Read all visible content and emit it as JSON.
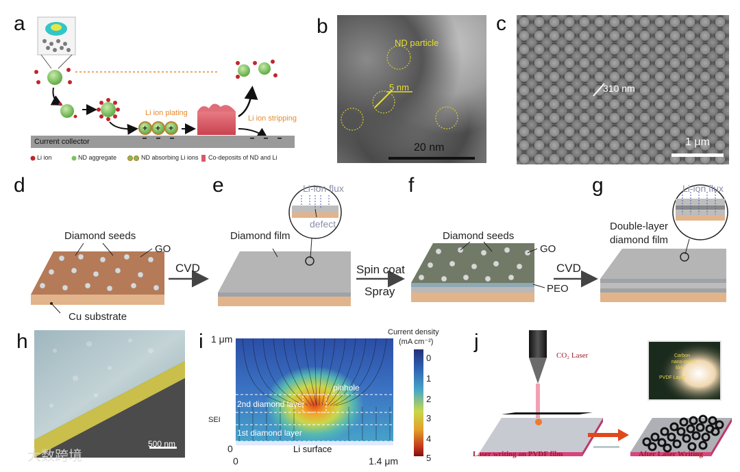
{
  "panels": {
    "a": {
      "letter": "a",
      "li_plating": "Li ion plating",
      "li_stripping": "Li ion stripping",
      "current_collector": "Current collector",
      "legend": [
        "Li ion",
        "ND aggregate",
        "ND absorbing Li ions",
        "Co-deposits of ND and Li"
      ],
      "colors": {
        "li": "#c0262c",
        "nd": "#7cc15d",
        "collector": "#9a9a9a",
        "codeposit": "#d95b66",
        "arrow": "#e68a2e"
      }
    },
    "b": {
      "letter": "b",
      "nd_particle": "ND particle",
      "scale_5": "5 nm",
      "scale_20": "20 nm"
    },
    "c": {
      "letter": "c",
      "size": "310 nm",
      "scale": "1 μm"
    },
    "d": {
      "letter": "d",
      "seeds": "Diamond seeds",
      "go": "GO",
      "substrate": "Cu substrate"
    },
    "e": {
      "letter": "e",
      "film": "Diamond film",
      "flux": "Li-ion flux",
      "defect": "defect"
    },
    "f": {
      "letter": "f",
      "seeds": "Diamond seeds",
      "go": "GO",
      "peo": "PEO"
    },
    "g": {
      "letter": "g",
      "film": "Double-layer diamond film",
      "film_line1": "Double-layer",
      "film_line2": "diamond film",
      "flux": "Li-ion flux"
    },
    "arrows": {
      "cvd1": "CVD",
      "spin": "Spin coat",
      "spray": "Spray",
      "cvd2": "CVD"
    },
    "h": {
      "letter": "h",
      "scale": "500 nm",
      "watermark": "大数跨境"
    },
    "i": {
      "letter": "i",
      "y_top": "1 μm",
      "y_bottom": "0",
      "x_left": "0",
      "x_right": "1.4 μm",
      "sei": "SEI",
      "pinhole": "pinhole",
      "layer2": "2nd diamond layer",
      "layer1": "1st diamond layer",
      "li_surface": "Li surface",
      "colorbar_title1": "Current density",
      "colorbar_title2": "(mA cm⁻²)",
      "colorbar_ticks": [
        "0",
        "1",
        "2",
        "3",
        "4",
        "5"
      ]
    },
    "j": {
      "letter": "j",
      "laser": "CO₂ Laser",
      "inset_text1": "Carbon",
      "inset_text2": "nano-onion",
      "inset_text3": "film",
      "inset_text4": "PVDF Layer",
      "left_caption": "Laser writing on PVDF film",
      "right_caption": "After Laser Writing",
      "caption_color": "#a0182b"
    }
  }
}
